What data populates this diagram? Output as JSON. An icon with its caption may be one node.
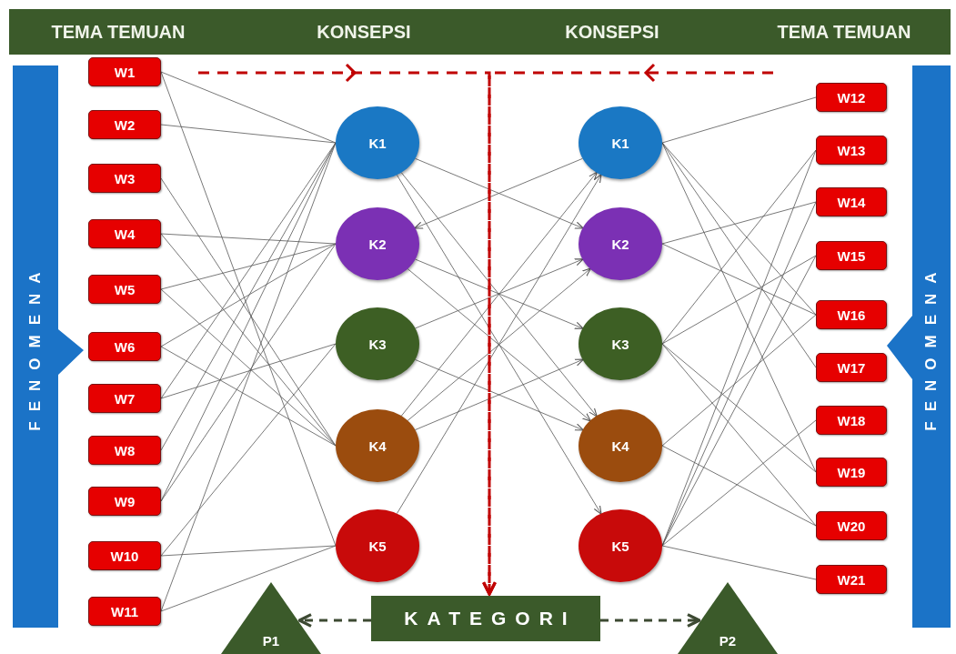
{
  "diagram": {
    "nodes": [
      {
        "text": [
          "TEMA TEMUAN",
          "KONSEPSI",
          "KONSEPSI",
          "TEMA TEMUAN"
        ]
      },
      {
        "text": [
          "FENOMENA"
        ]
      },
      {
        "text": [
          "W1"
        ]
      },
      {
        "text": [
          "W2"
        ]
      },
      {
        "text": [
          "W3"
        ]
      },
      {
        "text": [
          "W4"
        ]
      },
      {
        "text": [
          "W5"
        ]
      },
      {
        "text": [
          "W6"
        ]
      },
      {
        "text": [
          "W7"
        ]
      },
      {
        "text": [
          "W8"
        ]
      },
      {
        "text": [
          "W9"
        ]
      },
      {
        "text": [
          "W10"
        ]
      },
      {
        "text": [
          "W11"
        ]
      },
      {
        "text": [
          "K1"
        ]
      },
      {
        "text": [
          "K2"
        ]
      },
      {
        "text": [
          "K3"
        ]
      },
      {
        "text": [
          "K4"
        ]
      },
      {
        "text": [
          "K5"
        ]
      },
      {
        "text": [
          "K1"
        ]
      },
      {
        "text": [
          "K2"
        ]
      },
      {
        "text": [
          "K3"
        ]
      },
      {
        "text": [
          "K4"
        ]
      },
      {
        "text": [
          "K5"
        ]
      },
      {
        "text": [
          "W12"
        ]
      },
      {
        "text": [
          "W13"
        ]
      },
      {
        "text": [
          "W14"
        ]
      },
      {
        "text": [
          "W15"
        ]
      },
      {
        "text": [
          "W16"
        ]
      },
      {
        "text": [
          "W17"
        ]
      },
      {
        "text": [
          "W18"
        ]
      },
      {
        "text": [
          "W19"
        ]
      },
      {
        "text": [
          "W20"
        ]
      },
      {
        "text": [
          "W21"
        ]
      },
      {
        "text": [
          "FENOMENA"
        ]
      },
      {
        "text": [
          "P1"
        ]
      },
      {
        "text": [
          "KATEGORI"
        ]
      },
      {
        "text": [
          "P2"
        ]
      }
    ],
    "edges": [
      {
        "from": 2,
        "to": 13,
        "arrow": "none"
      },
      {
        "from": 2,
        "to": 17,
        "arrow": "none"
      },
      {
        "from": 3,
        "to": 13,
        "arrow": "none"
      },
      {
        "from": 4,
        "to": 16,
        "arrow": "none"
      },
      {
        "from": 5,
        "to": 14,
        "arrow": "none"
      },
      {
        "from": 5,
        "to": 16,
        "arrow": "none"
      },
      {
        "from": 6,
        "to": 14,
        "arrow": "none"
      },
      {
        "from": 6,
        "to": 16,
        "arrow": "none"
      },
      {
        "from": 7,
        "to": 14,
        "arrow": "none"
      },
      {
        "from": 7,
        "to": 16,
        "arrow": "none"
      },
      {
        "from": 8,
        "to": 13,
        "arrow": "none"
      },
      {
        "from": 8,
        "to": 15,
        "arrow": "none"
      },
      {
        "from": 9,
        "to": 13,
        "arrow": "none"
      },
      {
        "from": 10,
        "to": 13,
        "arrow": "none"
      },
      {
        "from": 10,
        "to": 14,
        "arrow": "none"
      },
      {
        "from": 11,
        "to": 15,
        "arrow": "none"
      },
      {
        "from": 11,
        "to": 17,
        "arrow": "none"
      },
      {
        "from": 12,
        "to": 13,
        "arrow": "none"
      },
      {
        "from": 12,
        "to": 17,
        "arrow": "none"
      },
      {
        "from": 13,
        "to": 19,
        "arrow": "to"
      },
      {
        "from": 13,
        "to": 21,
        "arrow": "to"
      },
      {
        "from": 13,
        "to": 22,
        "arrow": "to"
      },
      {
        "from": 14,
        "to": 20,
        "arrow": "to"
      },
      {
        "from": 14,
        "to": 21,
        "arrow": "to"
      },
      {
        "from": 15,
        "to": 19,
        "arrow": "to"
      },
      {
        "from": 15,
        "to": 21,
        "arrow": "to"
      },
      {
        "from": 16,
        "to": 18,
        "arrow": "to"
      },
      {
        "from": 16,
        "to": 19,
        "arrow": "to"
      },
      {
        "from": 16,
        "to": 20,
        "arrow": "to"
      },
      {
        "from": 17,
        "to": 18,
        "arrow": "to"
      },
      {
        "from": 18,
        "to": 14,
        "arrow": "to"
      },
      {
        "from": 18,
        "to": 23,
        "arrow": "none"
      },
      {
        "from": 18,
        "to": 27,
        "arrow": "none"
      },
      {
        "from": 18,
        "to": 28,
        "arrow": "none"
      },
      {
        "from": 18,
        "to": 30,
        "arrow": "none"
      },
      {
        "from": 19,
        "to": 25,
        "arrow": "none"
      },
      {
        "from": 19,
        "to": 27,
        "arrow": "none"
      },
      {
        "from": 20,
        "to": 24,
        "arrow": "none"
      },
      {
        "from": 20,
        "to": 26,
        "arrow": "none"
      },
      {
        "from": 20,
        "to": 30,
        "arrow": "none"
      },
      {
        "from": 20,
        "to": 31,
        "arrow": "none"
      },
      {
        "from": 21,
        "to": 27,
        "arrow": "none"
      },
      {
        "from": 21,
        "to": 31,
        "arrow": "none"
      },
      {
        "from": 22,
        "to": 24,
        "arrow": "none"
      },
      {
        "from": 22,
        "to": 25,
        "arrow": "none"
      },
      {
        "from": 22,
        "to": 26,
        "arrow": "none"
      },
      {
        "from": 22,
        "to": 29,
        "arrow": "none"
      },
      {
        "from": 22,
        "to": 32,
        "arrow": "none"
      },
      {
        "from": null,
        "to": 35,
        "arrow": "to",
        "style": "dashed",
        "color": "#c00000"
      },
      {
        "from": null,
        "to": 35,
        "arrow": "to",
        "style": "dashed",
        "color": "#c00000"
      },
      {
        "from": 35,
        "to": 34,
        "arrow": "to",
        "style": "dashed",
        "color": "#3d4a33"
      },
      {
        "from": 35,
        "to": 36,
        "arrow": "to",
        "style": "dashed",
        "color": "#3d4a33"
      }
    ]
  }
}
